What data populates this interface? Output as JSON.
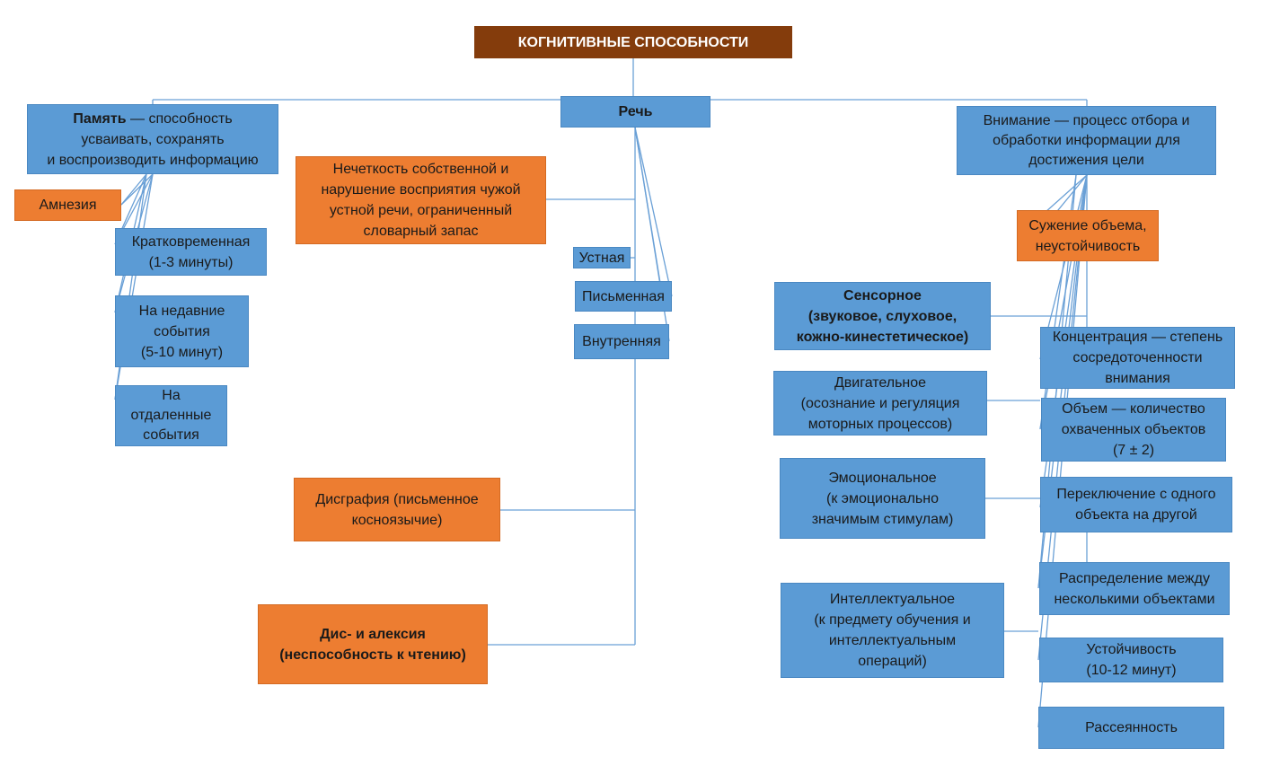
{
  "title": "КОГНИТИВНЫЕ СПОСОБНОСТИ",
  "speech": {
    "label": "Речь",
    "disorder": "Нечеткость собственной и\nнарушение восприятия чужой\nустной речи, ограниченный\nсловарный запас",
    "types": [
      "Устная",
      "Письменная",
      "Внутренняя"
    ],
    "dysgraphia": "Дисграфия (письменное\nкосноязычие)",
    "alexia": "Дис- и алексия\n(неспособность к чтению)"
  },
  "memory": {
    "term": "Память",
    "definition": " — способность\nусваивать, сохранять\nи воспроизводить информацию",
    "disorder": "Амнезия",
    "types": [
      "Кратковременная\n(1-3 минуты)",
      "На недавние\nсобытия\n(5-10 минут)",
      "На\nотдаленные\nсобытия"
    ]
  },
  "attention": {
    "definition": "Внимание — процесс отбора и\nобработки информации для\nдостижения цели",
    "disorder": "Сужение объема,\nнеустойчивость",
    "types": [
      "Сенсорное\n(звуковое, слуховое,\nкожно-кинестетическое)",
      "Двигательное\n(осознание и регуляция\nмоторных процессов)",
      "Эмоциональное\n(к эмоционально\nзначимым стимулам)",
      "Интеллектуальное\n(к предмету обучения и\nинтеллектуальным\nопераций)"
    ],
    "properties": [
      "Концентрация — степень\nсосредоточенности\nвнимания",
      "Объем — количество\nохваченных объектов\n(7 ± 2)",
      "Переключение с одного\nобъекта на другой",
      "Распределение между\nнесколькими объектами",
      "Устойчивость\n(10-12 минут)",
      "Рассеянность"
    ]
  },
  "colors": {
    "title_bg": "#843c0c",
    "node_blue": "#5b9bd5",
    "node_orange": "#ed7d31",
    "connector": "#5b9bd5"
  }
}
